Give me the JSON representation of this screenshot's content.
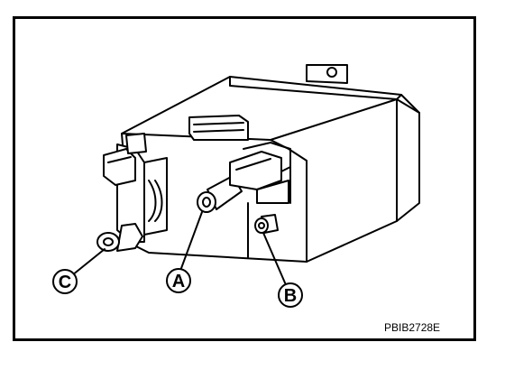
{
  "figure": {
    "id_label": "PBIB2728E",
    "callouts": {
      "a": "A",
      "b": "B",
      "c": "C"
    }
  },
  "colors": {
    "ink": "#000000",
    "paper": "#ffffff",
    "shade": "#d9d9d9"
  }
}
